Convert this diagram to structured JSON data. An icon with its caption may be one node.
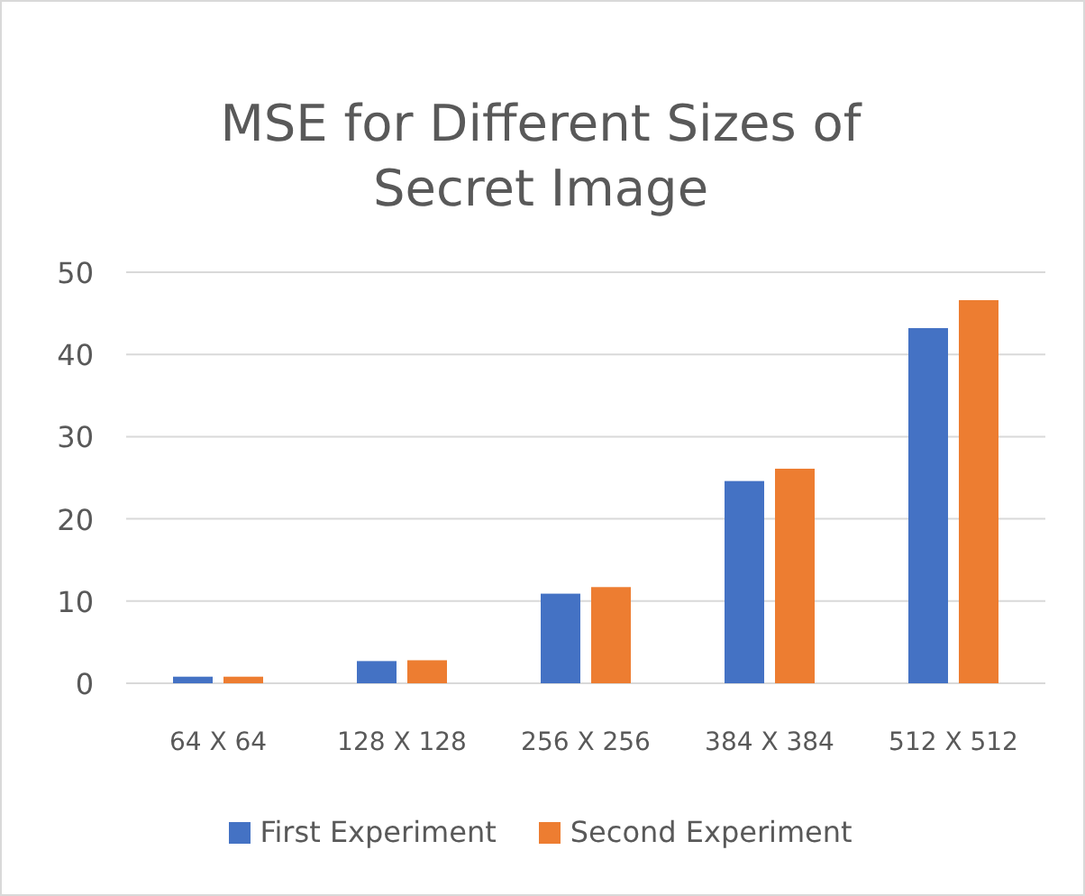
{
  "diagram": {
    "chart_data": {
      "type": "bar",
      "title": "MSE for Different Sizes of Secret Image",
      "categories": [
        "64 X 64",
        "128 X 128",
        "256 X 256",
        "384 X 384",
        "512 X 512"
      ],
      "series": [
        {
          "name": "First Experiment",
          "color": "#4472c4",
          "values": [
            0.8,
            2.7,
            10.9,
            24.6,
            43.2
          ]
        },
        {
          "name": "Second Experiment",
          "color": "#ed7d31",
          "values": [
            0.8,
            2.8,
            11.7,
            26.1,
            46.6
          ]
        }
      ],
      "ylim": [
        0,
        50
      ],
      "yticks": [
        0,
        10,
        20,
        30,
        40,
        50
      ],
      "grid": true
    }
  }
}
